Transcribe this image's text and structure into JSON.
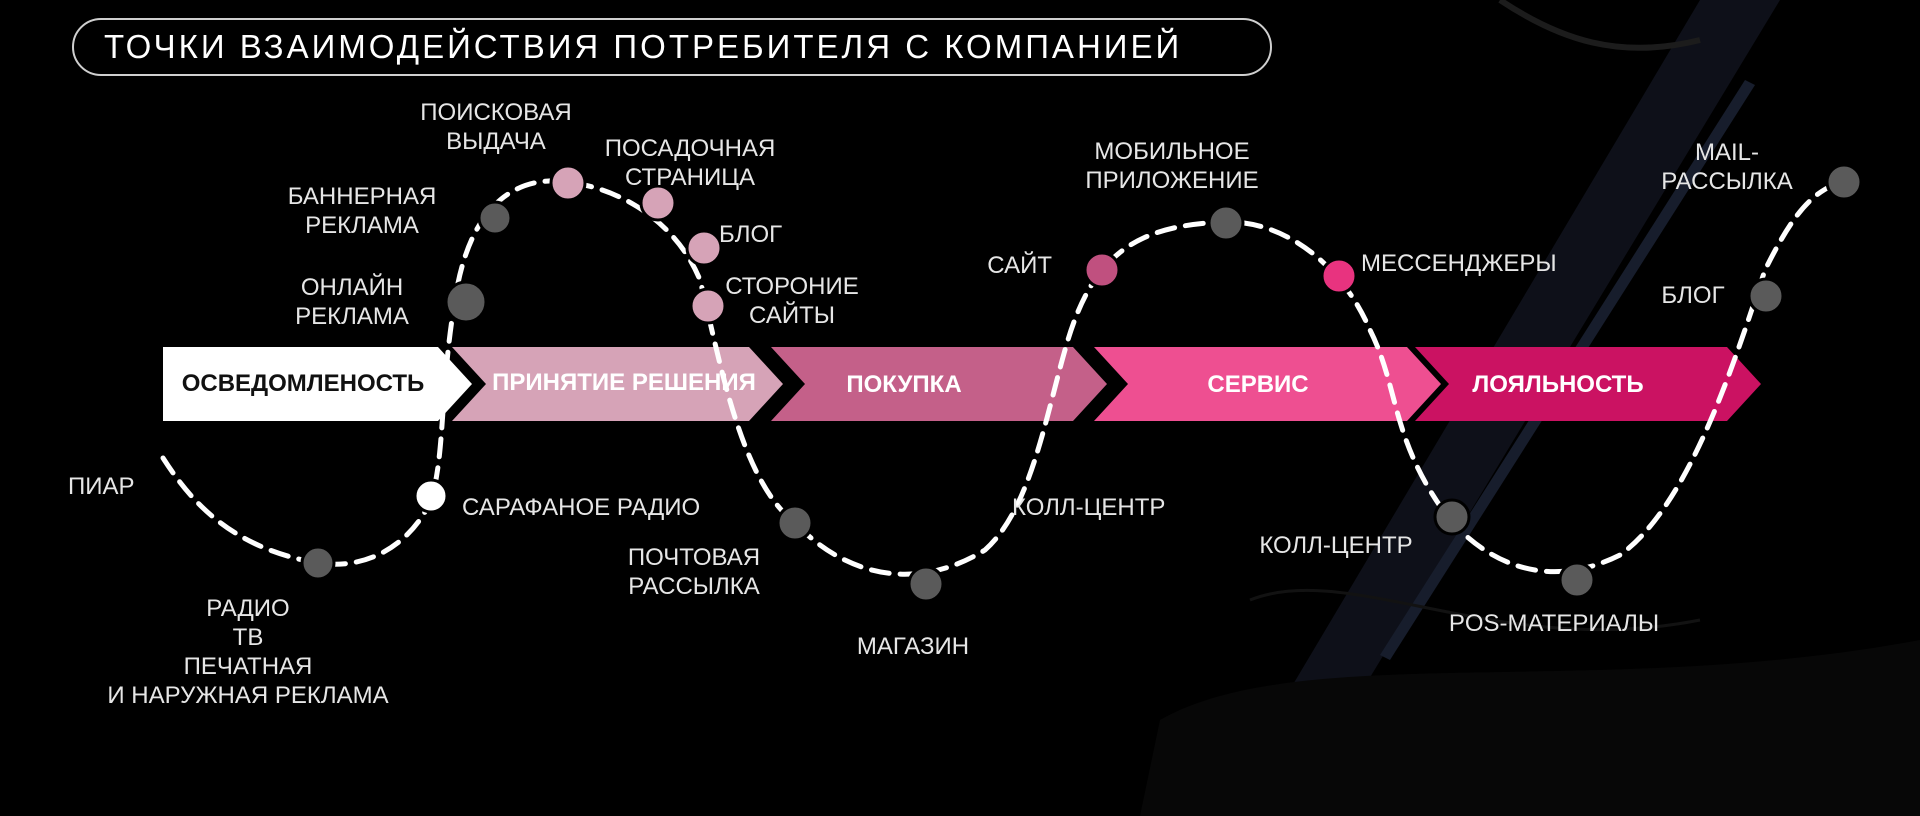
{
  "title": "ТОЧКИ ВЗАИМОДЕЙСТВИЯ ПОТРЕБИТЕЛЯ С КОМПАНИЕЙ",
  "stages": [
    {
      "label": "ОСВЕДОМЛЕНОСТЬ",
      "color": "#ffffff",
      "text_color": "#111111"
    },
    {
      "label": "ПРИНЯТИЕ РЕШЕНИЯ",
      "color": "#d6a3b7",
      "text_color": "#ffffff"
    },
    {
      "label": "ПОКУПКА",
      "color": "#c46089",
      "text_color": "#ffffff"
    },
    {
      "label": "СЕРВИС",
      "color": "#ee4f91",
      "text_color": "#ffffff"
    },
    {
      "label": "ЛОЯЛЬНОСТЬ",
      "color": "#cb1262",
      "text_color": "#ffffff"
    }
  ],
  "touchpoints": {
    "piar": "ПИАР",
    "radio": "РАДИО\nТВ\nПЕЧАТНАЯ\nИ НАРУЖНАЯ РЕКЛАМА",
    "sarafan": "САРАФАНОЕ РАДИО",
    "online_ads": "ОНЛАЙН\nРЕКЛАМА",
    "banner": "БАННЕРНАЯ\nРЕКЛАМА",
    "search": "ПОИСКОВАЯ\nВЫДАЧА",
    "landing": "ПОСАДОЧНАЯ\nСТРАНИЦА",
    "blog1": "БЛОГ",
    "third_party": "СТОРОНИЕ\nСАЙТЫ",
    "mail_newsletter": "ПОЧТОВАЯ\nРАССЫЛКА",
    "store": "МАГАЗИН",
    "call_center1": "КОЛЛ-ЦЕНТР",
    "site": "САЙТ",
    "mobile_app": "МОБИЛЬНОЕ\nПРИЛОЖЕНИЕ",
    "messengers": "МЕССЕНДЖЕРЫ",
    "call_center2": "КОЛЛ-ЦЕНТР",
    "pos": "POS-МАТЕРИАЛЫ",
    "blog2": "БЛОГ",
    "mail": "MAIL-РАССЫЛКА"
  },
  "colors": {
    "dot_gray": "#5a5a5a",
    "dot_pink_light": "#d6a3b7",
    "dot_pink_mid": "#c0507f",
    "dot_pink_bright": "#e8337f",
    "dot_white": "#ffffff",
    "curve": "#ffffff"
  }
}
